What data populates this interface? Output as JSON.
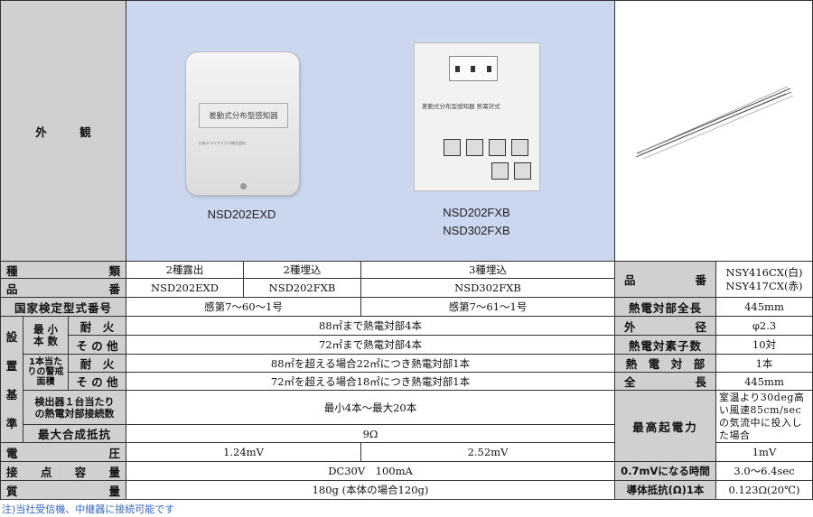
{
  "header": {
    "appearance_label_1": "外",
    "appearance_label_2": "観",
    "product1_caption": "NSD202EXD",
    "product1_label": "差動式分布型感知器",
    "product1_maker": "日本ドライケミカル株式会社",
    "product2_caption_1": "NSD202FXB",
    "product2_caption_2": "NSD302FXB",
    "product2_label": "差動式分布型感知器 熱電対式"
  },
  "left_table": {
    "row_type": {
      "label": [
        "種",
        "類"
      ],
      "c1": "2種露出",
      "c2": "2種埋込",
      "c3": "3種埋込"
    },
    "row_model": {
      "label": [
        "品",
        "番"
      ],
      "c1": "NSD202EXD",
      "c2": "NSD202FXB",
      "c3": "NSD302FXB"
    },
    "row_cert": {
      "label": "国家検定型式番号",
      "c12": "感第7〜60〜1号",
      "c3": "感第7〜61〜1号"
    },
    "install": {
      "group_label": [
        "設",
        "置",
        "基",
        "準"
      ],
      "min_count_label": "最 小 本 数",
      "per_area_label": "1本当たりの警戒面積",
      "fire_label": "耐　火",
      "other_label": "そ の 他",
      "row1": "88㎡まで熱電対部4本",
      "row2": "72㎡まで熱電対部4本",
      "row3": "88㎡を超える場合22㎡につき熱電対部1本",
      "row4": "72㎡を超える場合18㎡につき熱電対部1本",
      "connections_label": "検出器１台当たりの熱電対部接続数",
      "connections": "最小4本〜最大20本",
      "max_resistance_label": "最大合成抵抗",
      "max_resistance": "9Ω"
    },
    "row_voltage": {
      "label": [
        "電",
        "圧"
      ],
      "c12": "1.24mV",
      "c3": "2.52mV"
    },
    "row_contact": {
      "label": [
        "接",
        "点",
        "容",
        "量"
      ],
      "value": "DC30V　100mA"
    },
    "row_mass": {
      "label": [
        "質",
        "量"
      ],
      "value": "180g (本体の場合120g)"
    }
  },
  "right_table": {
    "model_label": [
      "品",
      "番"
    ],
    "model_1": "NSY416CX(白)",
    "model_2": "NSY417CX(赤)",
    "length_label": "熱電対部全長",
    "length": "445mm",
    "diameter_label": [
      "外",
      "径"
    ],
    "diameter": "φ2.3",
    "elements_label": "熱電対素子数",
    "elements": "10対",
    "unit_label": "熱　電　対　部",
    "unit": "1本",
    "total_length_label": [
      "全",
      "長"
    ],
    "total_length": "445mm",
    "emf_label": "最高起電力",
    "emf_condition": "室温より30deg高い風速85cm/secの気流中に投入した場合",
    "emf": "1mV",
    "time_label": "0.7mVになる時間",
    "time": "3.0〜6.4sec",
    "resistance_label": "導体抵抗(Ω)1本",
    "resistance": "0.123Ω(20℃)"
  },
  "footnote": "注)当社受信機、中継器に接続可能です"
}
